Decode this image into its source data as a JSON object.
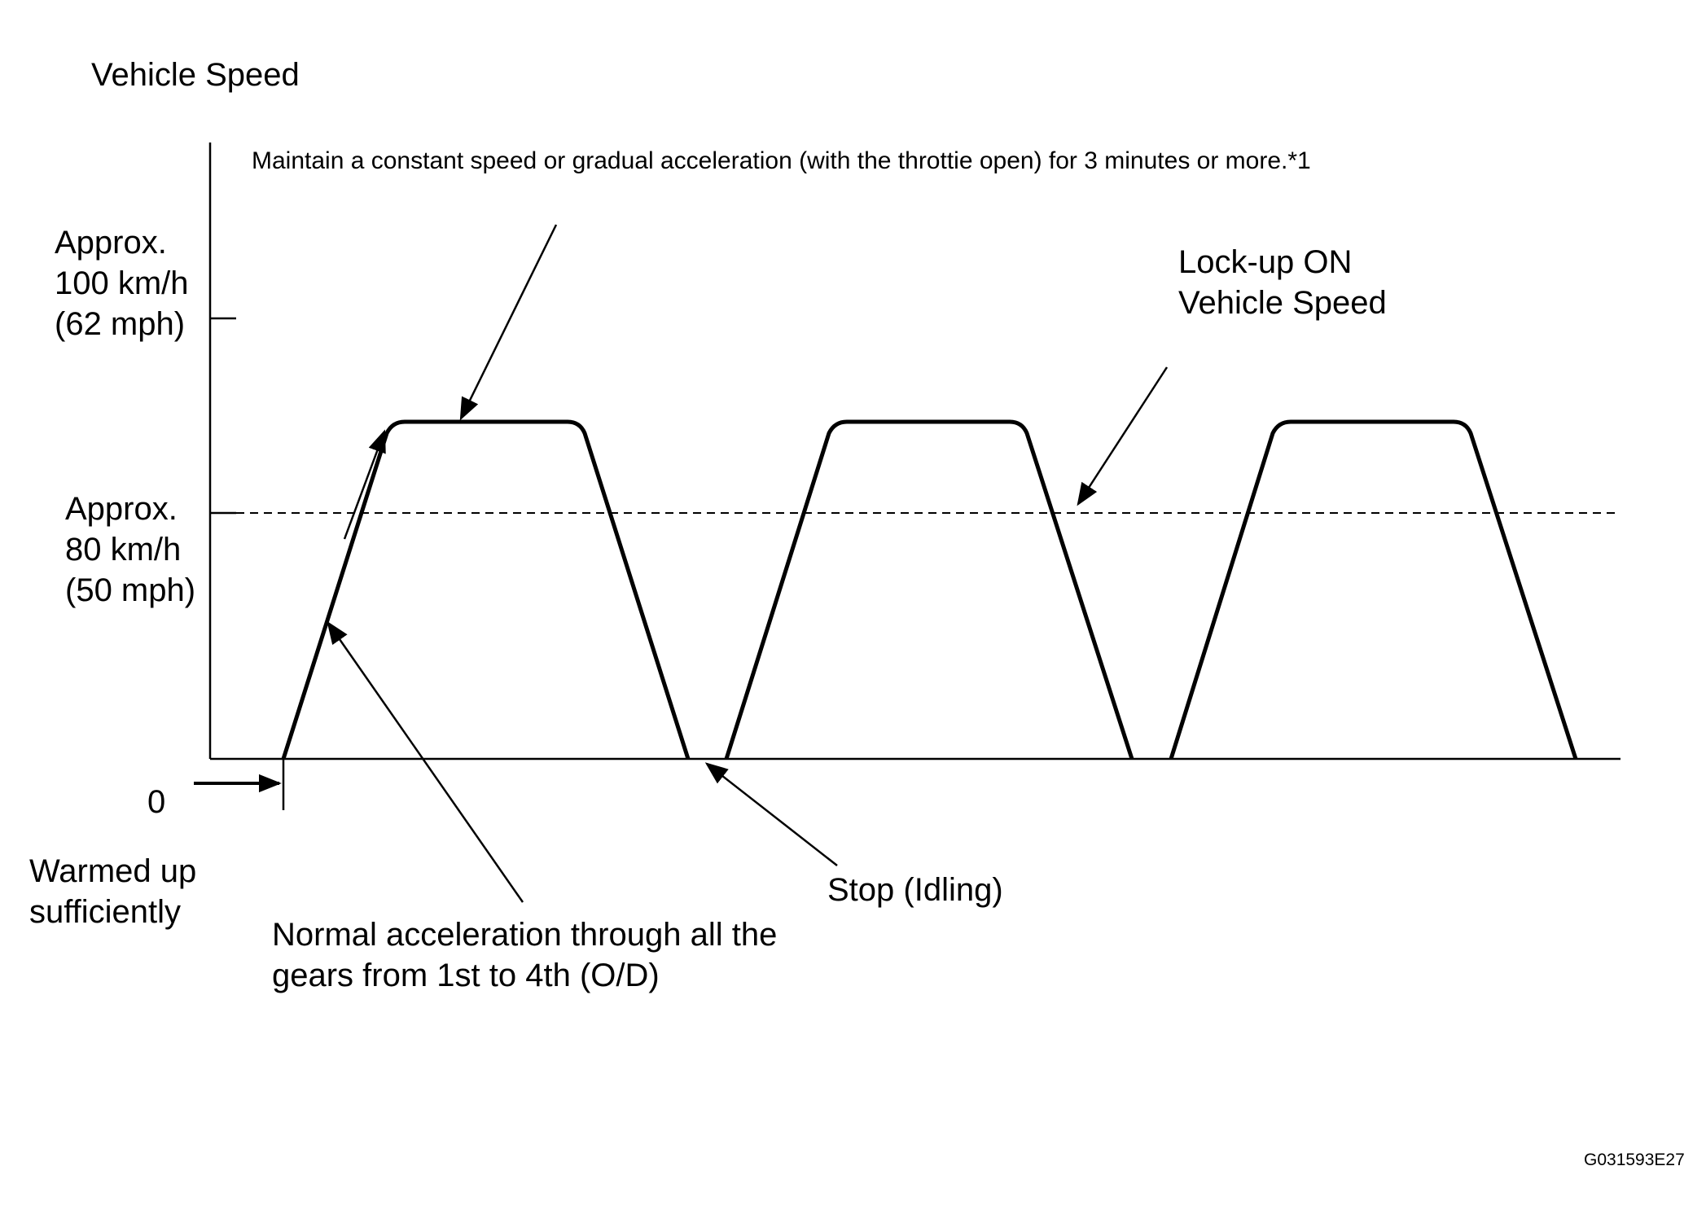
{
  "figure": {
    "y_axis_title": "Vehicle Speed",
    "top_note": "Maintain a constant speed or gradual acceleration (with the throttie open) for 3 minutes or more.*1",
    "tick_100": "Approx.\n100 km/h\n(62 mph)",
    "tick_80": "Approx.\n80 km/h\n(50 mph)",
    "tick_0": "0",
    "lockup_label": "Lock-up ON\nVehicle Speed",
    "warmed_label": "Warmed up\nsufficiently",
    "accel_label": "Normal acceleration through all the\ngears from 1st to 4th (O/D)",
    "stop_label": "Stop (Idling)",
    "figure_code": "G031593E27"
  },
  "colors": {
    "line": "#000000",
    "background": "#ffffff"
  }
}
